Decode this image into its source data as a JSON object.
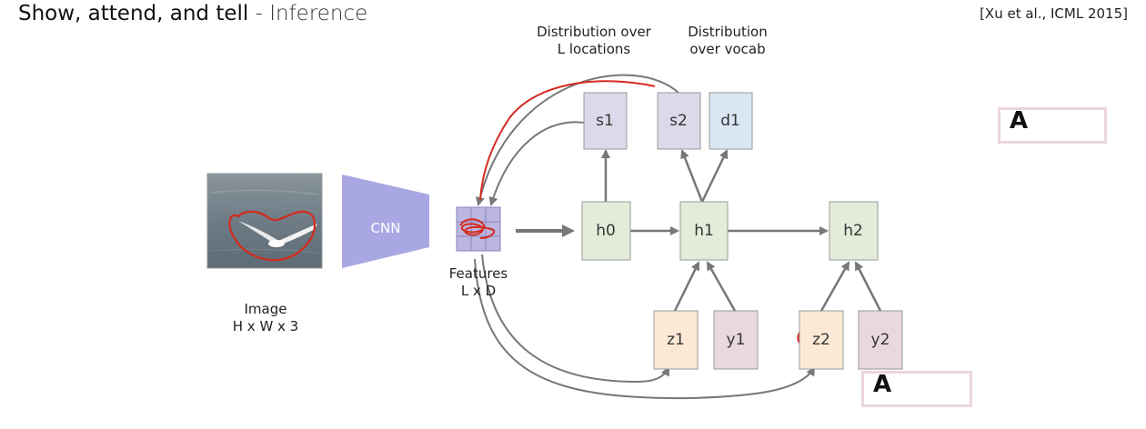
{
  "header": {
    "title_bold": "Show, attend, and tell",
    "title_rest": " - Inference",
    "citation": "[Xu et al., ICML 2015]"
  },
  "diagram": {
    "cnn_label": "CNN",
    "image_label_1": "Image",
    "image_label_2": "H x W x 3",
    "features_label_1": "Features",
    "features_label_2": "L x D",
    "dist_locations_1": "Distribution over",
    "dist_locations_2": "L locations",
    "dist_vocab_1": "Distribution",
    "dist_vocab_2": "over vocab",
    "nodes": {
      "h0": "h0",
      "h1": "h1",
      "h2": "h2",
      "s1": "s1",
      "s2": "s2",
      "d1": "d1",
      "z1": "z1",
      "y1": "y1",
      "z2": "z2",
      "y2": "y2"
    },
    "colors": {
      "hidden": "#e2ecd9",
      "attention": "#dcd9ea",
      "vocab": "#d9e6f3",
      "context": "#fbe9d6",
      "word": "#ead8e0",
      "cnn": "#a9a7e3",
      "annotation": "#d42a1e",
      "arrow": "#777777"
    },
    "word_top": "A",
    "word_bottom": "A"
  }
}
